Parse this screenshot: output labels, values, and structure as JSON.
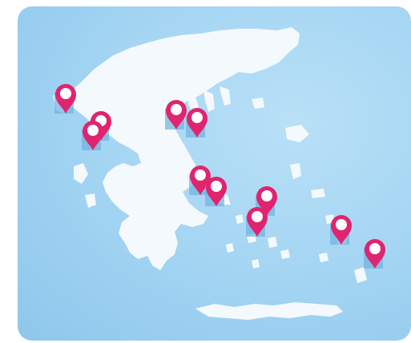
{
  "map": {
    "region": "Greece",
    "colors": {
      "sea": "#a6d6f3",
      "land": "#f4f9fd",
      "pin": "#e0246f",
      "pin_highlight": "#ffffff",
      "pin_shadow": "#6fb2de"
    },
    "pins": [
      {
        "id": "pin-corfu",
        "icon": "map-pin-icon"
      },
      {
        "id": "pin-paxos",
        "icon": "map-pin-icon"
      },
      {
        "id": "pin-lefkada",
        "icon": "map-pin-icon"
      },
      {
        "id": "pin-halkidiki-1",
        "icon": "map-pin-icon"
      },
      {
        "id": "pin-halkidiki-2",
        "icon": "map-pin-icon"
      },
      {
        "id": "pin-evia",
        "icon": "map-pin-icon"
      },
      {
        "id": "pin-andros",
        "icon": "map-pin-icon"
      },
      {
        "id": "pin-mykonos",
        "icon": "map-pin-icon"
      },
      {
        "id": "pin-naxos",
        "icon": "map-pin-icon"
      },
      {
        "id": "pin-kos",
        "icon": "map-pin-icon"
      },
      {
        "id": "pin-rhodes",
        "icon": "map-pin-icon"
      }
    ]
  }
}
